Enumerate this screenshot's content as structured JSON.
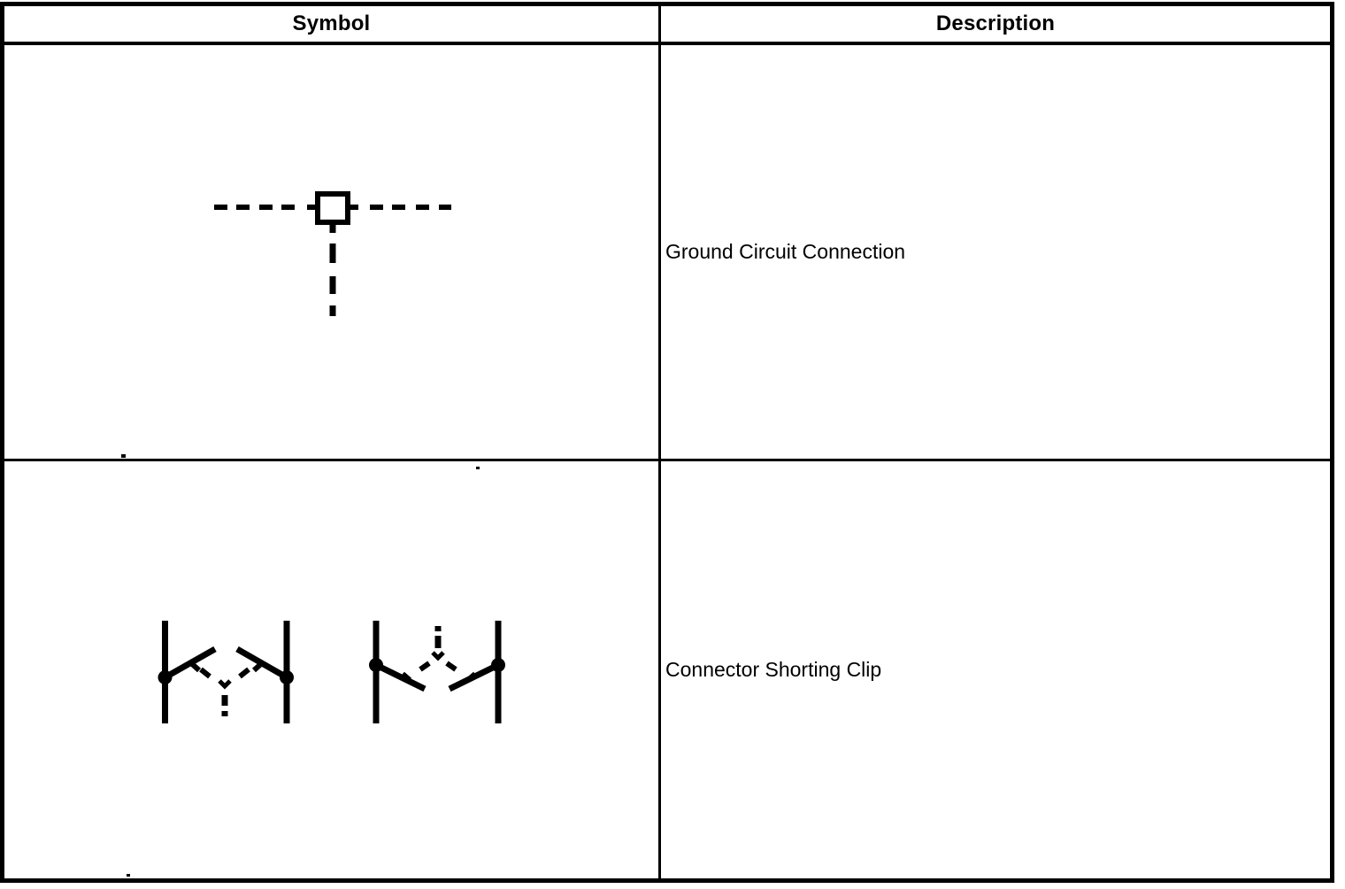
{
  "table": {
    "headers": {
      "symbol": "Symbol",
      "description": "Description"
    },
    "rows": [
      {
        "symbol_icon": "ground-circuit-connection-symbol",
        "description": "Ground Circuit Connection"
      },
      {
        "symbol_icon": "connector-shorting-clip-symbol",
        "description": "Connector Shorting Clip"
      }
    ]
  },
  "colors": {
    "line": "#000000",
    "background": "#ffffff",
    "text": "#000000"
  }
}
